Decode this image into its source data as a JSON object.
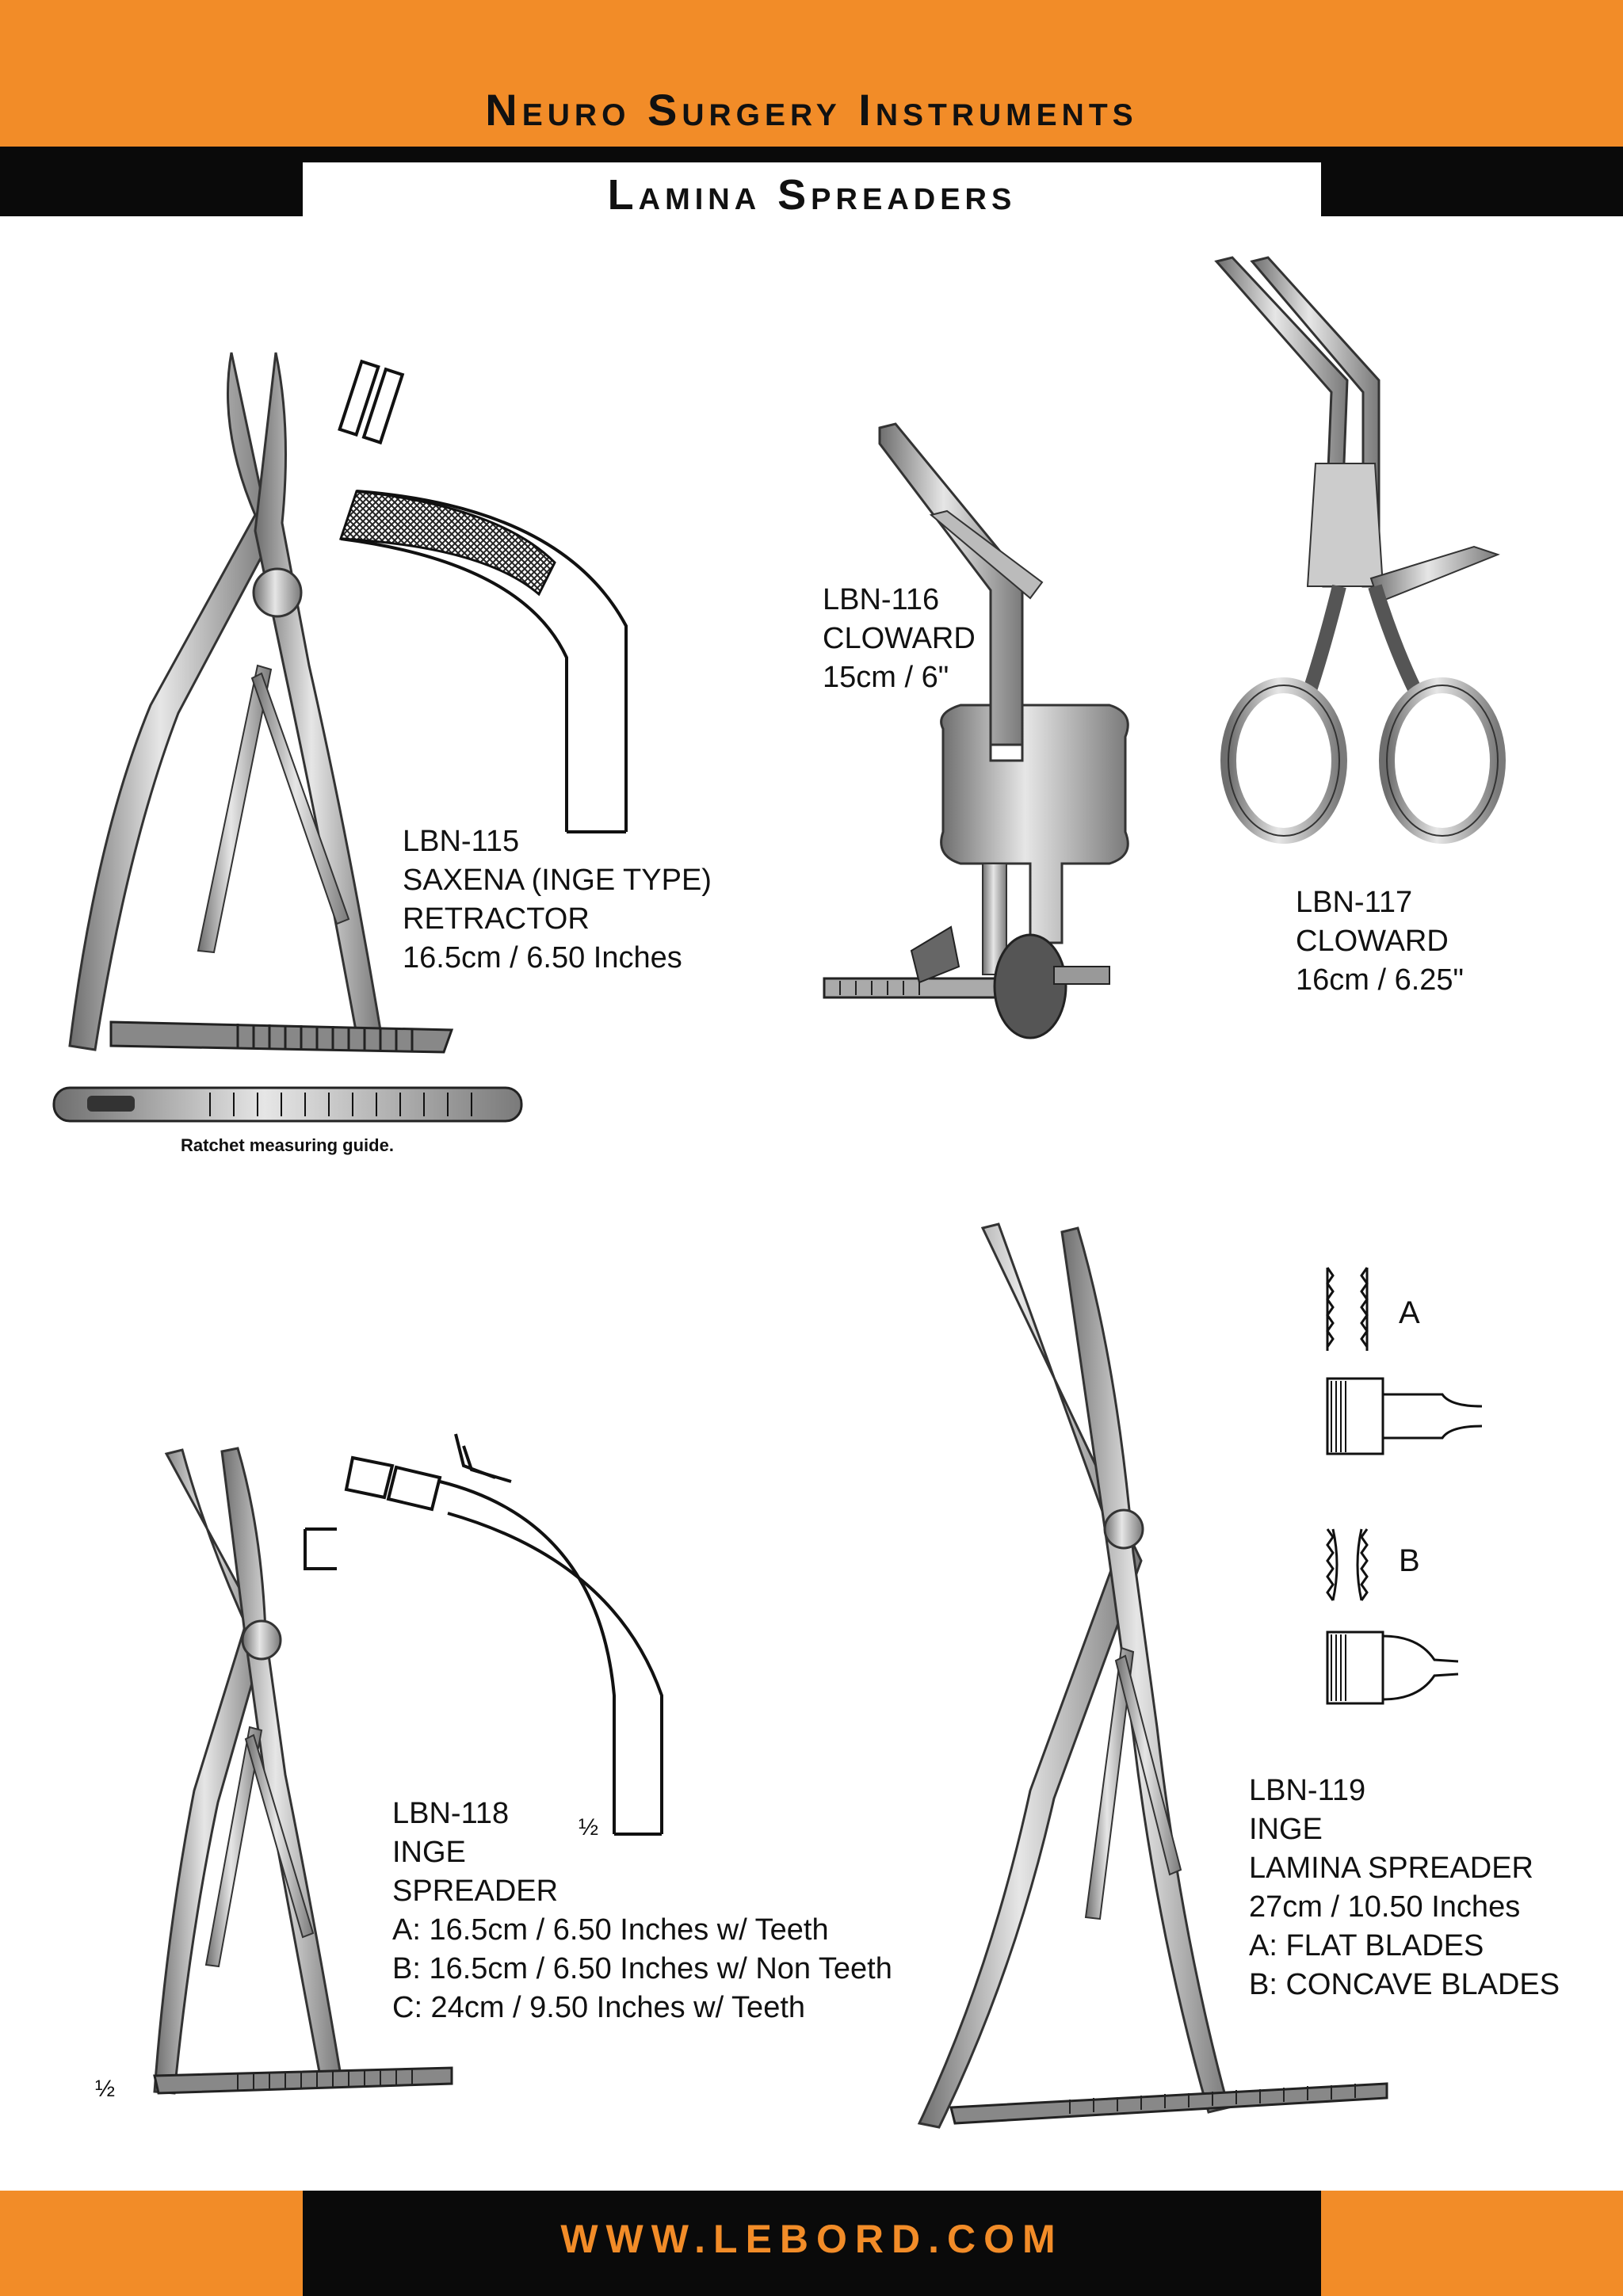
{
  "header": {
    "title": "Neuro Surgery Instruments",
    "section": "Lamina Spreaders"
  },
  "footer": {
    "website": "WWW.LEBORD.COM"
  },
  "colors": {
    "accent": "#f28c28",
    "bar": "#0a0a0a",
    "steel": "#9a9a9a"
  },
  "products": {
    "lbn115": {
      "code": "LBN-115",
      "line1": "SAXENA (INGE TYPE)",
      "line2": "RETRACTOR",
      "size": "16.5cm / 6.50 Inches"
    },
    "lbn116": {
      "code": "LBN-116",
      "name": "CLOWARD",
      "size": "15cm  / 6\""
    },
    "lbn117": {
      "code": "LBN-117",
      "name": "CLOWARD",
      "size": "16cm  / 6.25\""
    },
    "lbn118": {
      "code": "LBN-118",
      "line1": "INGE",
      "line2": "SPREADER",
      "opt_a": "A: 16.5cm / 6.50 Inches w/ Teeth",
      "opt_b": "B: 16.5cm / 6.50 Inches w/ Non Teeth",
      "opt_c": "C: 24cm / 9.50 Inches w/ Teeth"
    },
    "lbn119": {
      "code": "LBN-119",
      "line1": "INGE",
      "line2": "LAMINA SPREADER",
      "size": "27cm / 10.50 Inches",
      "opt_a": "A: FLAT BLADES",
      "opt_b": "B: CONCAVE BLADES"
    }
  },
  "captions": {
    "ratchet": "Ratchet measuring guide.",
    "blade_a": "A",
    "blade_b": "B",
    "half_mark_1": "½",
    "half_mark_2": "½"
  }
}
